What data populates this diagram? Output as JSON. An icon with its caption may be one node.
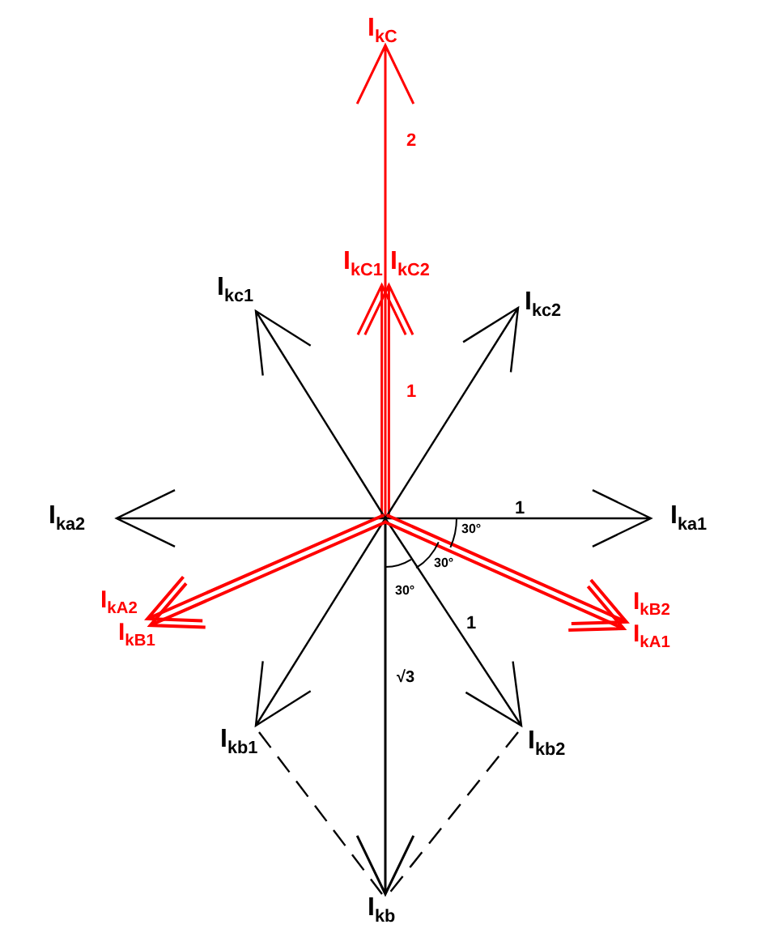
{
  "diagram": {
    "labels": [
      "I$_{kC}$",
      "2",
      "I$_{kC1}$",
      "I$_{kC2}$",
      "I$_{kc1}$",
      "I$_{kc2}$",
      "1",
      "I$_{ka2}$",
      "1",
      "I$_{ka1}$",
      "30°",
      "30°",
      "30°",
      "I$_{kA2}$",
      "I$_{kB2}$",
      "1",
      "I$_{kB1}$",
      "I$_{kA1}$",
      "√3",
      "I$_{kb1}$",
      "I$_{kb2}$",
      "I$_{kb}$"
    ]
  }
}
